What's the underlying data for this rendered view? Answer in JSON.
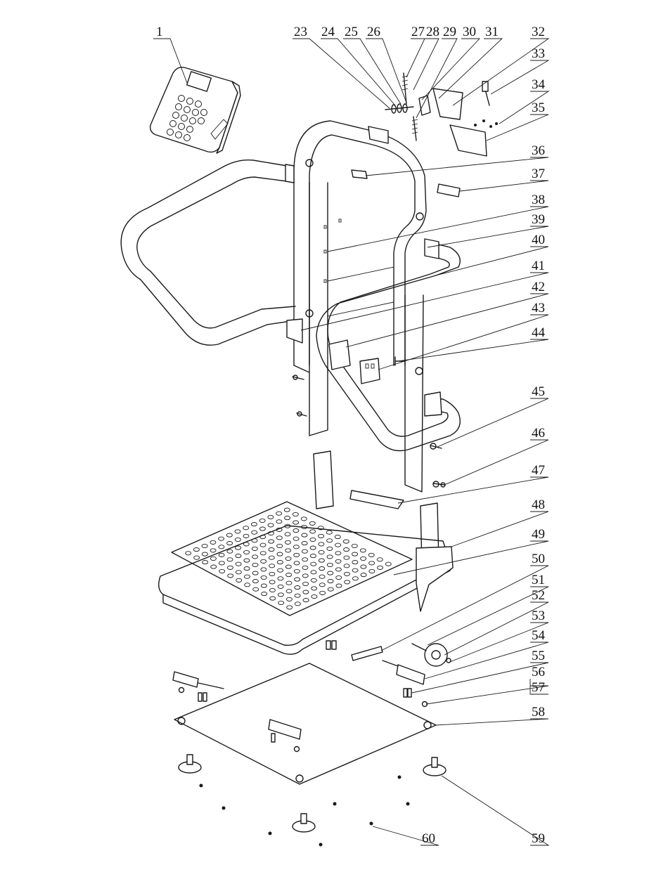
{
  "callouts": [
    {
      "id": "c1",
      "label": "1"
    },
    {
      "id": "c23",
      "label": "23"
    },
    {
      "id": "c24",
      "label": "24"
    },
    {
      "id": "c25",
      "label": "25"
    },
    {
      "id": "c26",
      "label": "26"
    },
    {
      "id": "c27",
      "label": "27"
    },
    {
      "id": "c28",
      "label": "28"
    },
    {
      "id": "c29",
      "label": "29"
    },
    {
      "id": "c30",
      "label": "30"
    },
    {
      "id": "c31",
      "label": "31"
    },
    {
      "id": "c32",
      "label": "32"
    },
    {
      "id": "c33",
      "label": "33"
    },
    {
      "id": "c34",
      "label": "34"
    },
    {
      "id": "c35",
      "label": "35"
    },
    {
      "id": "c36",
      "label": "36"
    },
    {
      "id": "c37",
      "label": "37"
    },
    {
      "id": "c38",
      "label": "38"
    },
    {
      "id": "c39",
      "label": "39"
    },
    {
      "id": "c40",
      "label": "40"
    },
    {
      "id": "c41",
      "label": "41"
    },
    {
      "id": "c42",
      "label": "42"
    },
    {
      "id": "c43",
      "label": "43"
    },
    {
      "id": "c44",
      "label": "44"
    },
    {
      "id": "c45",
      "label": "45"
    },
    {
      "id": "c46",
      "label": "46"
    },
    {
      "id": "c47",
      "label": "47"
    },
    {
      "id": "c48",
      "label": "48"
    },
    {
      "id": "c49",
      "label": "49"
    },
    {
      "id": "c50",
      "label": "50"
    },
    {
      "id": "c51",
      "label": "51"
    },
    {
      "id": "c52",
      "label": "52"
    },
    {
      "id": "c53",
      "label": "53"
    },
    {
      "id": "c54",
      "label": "54"
    },
    {
      "id": "c55",
      "label": "55"
    },
    {
      "id": "c56",
      "label": "56"
    },
    {
      "id": "c57",
      "label": "57"
    },
    {
      "id": "c58",
      "label": "58"
    },
    {
      "id": "c59",
      "label": "59"
    },
    {
      "id": "c60",
      "label": "60"
    }
  ]
}
